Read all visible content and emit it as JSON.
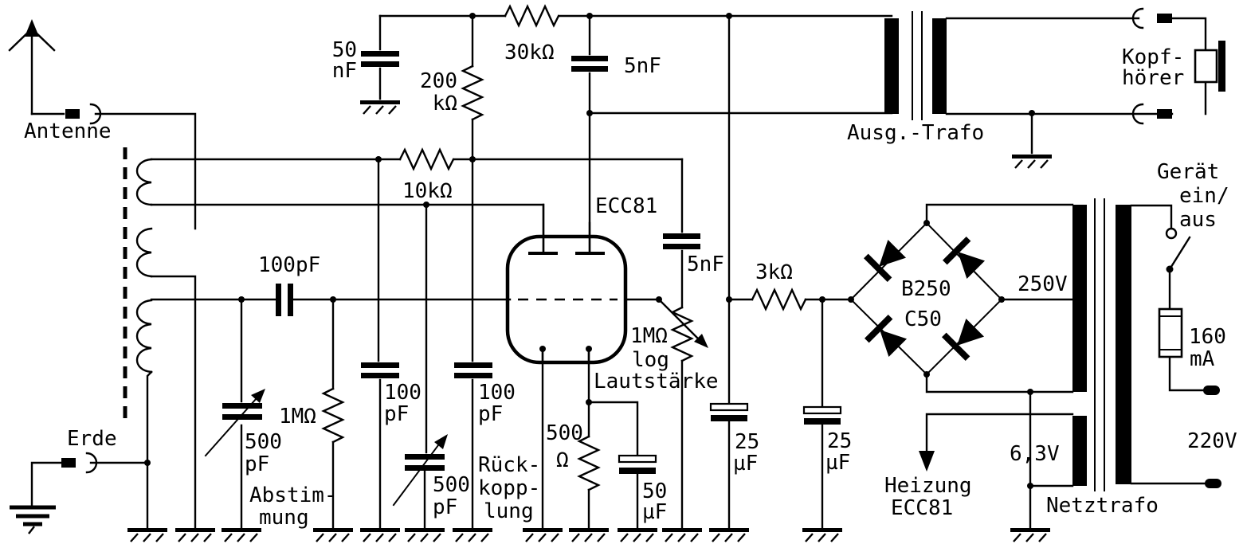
{
  "colors": {
    "ink": "#000000",
    "background": "#ffffff"
  },
  "components": {
    "antenna": {
      "label": "Antenne"
    },
    "earth": {
      "label": "Erde"
    },
    "c_antenna_bypass": {
      "lines": [
        "50",
        "nF"
      ]
    },
    "r_anode_load": {
      "lines": [
        "200",
        "kΩ"
      ]
    },
    "r_decoupling": {
      "label": "30kΩ"
    },
    "c_decoupling": {
      "label": "5nF"
    },
    "r_stopper": {
      "label": "10kΩ"
    },
    "tube": {
      "label": "ECC81"
    },
    "c_coupling": {
      "label": "5nF"
    },
    "r_filter": {
      "label": "3kΩ"
    },
    "pot_volume": {
      "lines": [
        "1MΩ",
        "log",
        "Lautstärke"
      ]
    },
    "c_grid": {
      "label": "100pF"
    },
    "c_tuning": {
      "value_lines": [
        "500",
        "pF"
      ],
      "caption_lines": [
        "Abstim-",
        "mung"
      ]
    },
    "r_gridleak": {
      "label": "1MΩ"
    },
    "c_rf_a": {
      "lines": [
        "100",
        "pF"
      ]
    },
    "c_rf_b": {
      "lines": [
        "100",
        "pF"
      ]
    },
    "c_regen": {
      "value_lines": [
        "500",
        "pF"
      ],
      "caption_lines": [
        "Rück-",
        "kopp-",
        "lung"
      ]
    },
    "r_cathode": {
      "lines": [
        "500",
        "Ω"
      ]
    },
    "c_cathode": {
      "lines": [
        "50",
        "µF"
      ]
    },
    "c_filter_a": {
      "lines": [
        "25",
        "µF"
      ]
    },
    "c_filter_b": {
      "lines": [
        "25",
        "µF"
      ]
    },
    "rectifier": {
      "lines": [
        "B250",
        "C50"
      ]
    },
    "winding_hv": {
      "label": "250V"
    },
    "output_transformer": {
      "label": "Ausg.-Trafo"
    },
    "headphones": {
      "lines": [
        "Kopf-",
        "hörer"
      ]
    },
    "power_switch": {
      "lines": [
        "Gerät",
        "ein/",
        "aus"
      ]
    },
    "fuse": {
      "lines": [
        "160",
        "mA"
      ]
    },
    "mains_voltage": {
      "label": "220V"
    },
    "winding_heater": {
      "label": "6,3V"
    },
    "heater": {
      "lines": [
        "Heizung",
        "ECC81"
      ]
    },
    "mains_transformer": {
      "label": "Netztrafo"
    }
  }
}
